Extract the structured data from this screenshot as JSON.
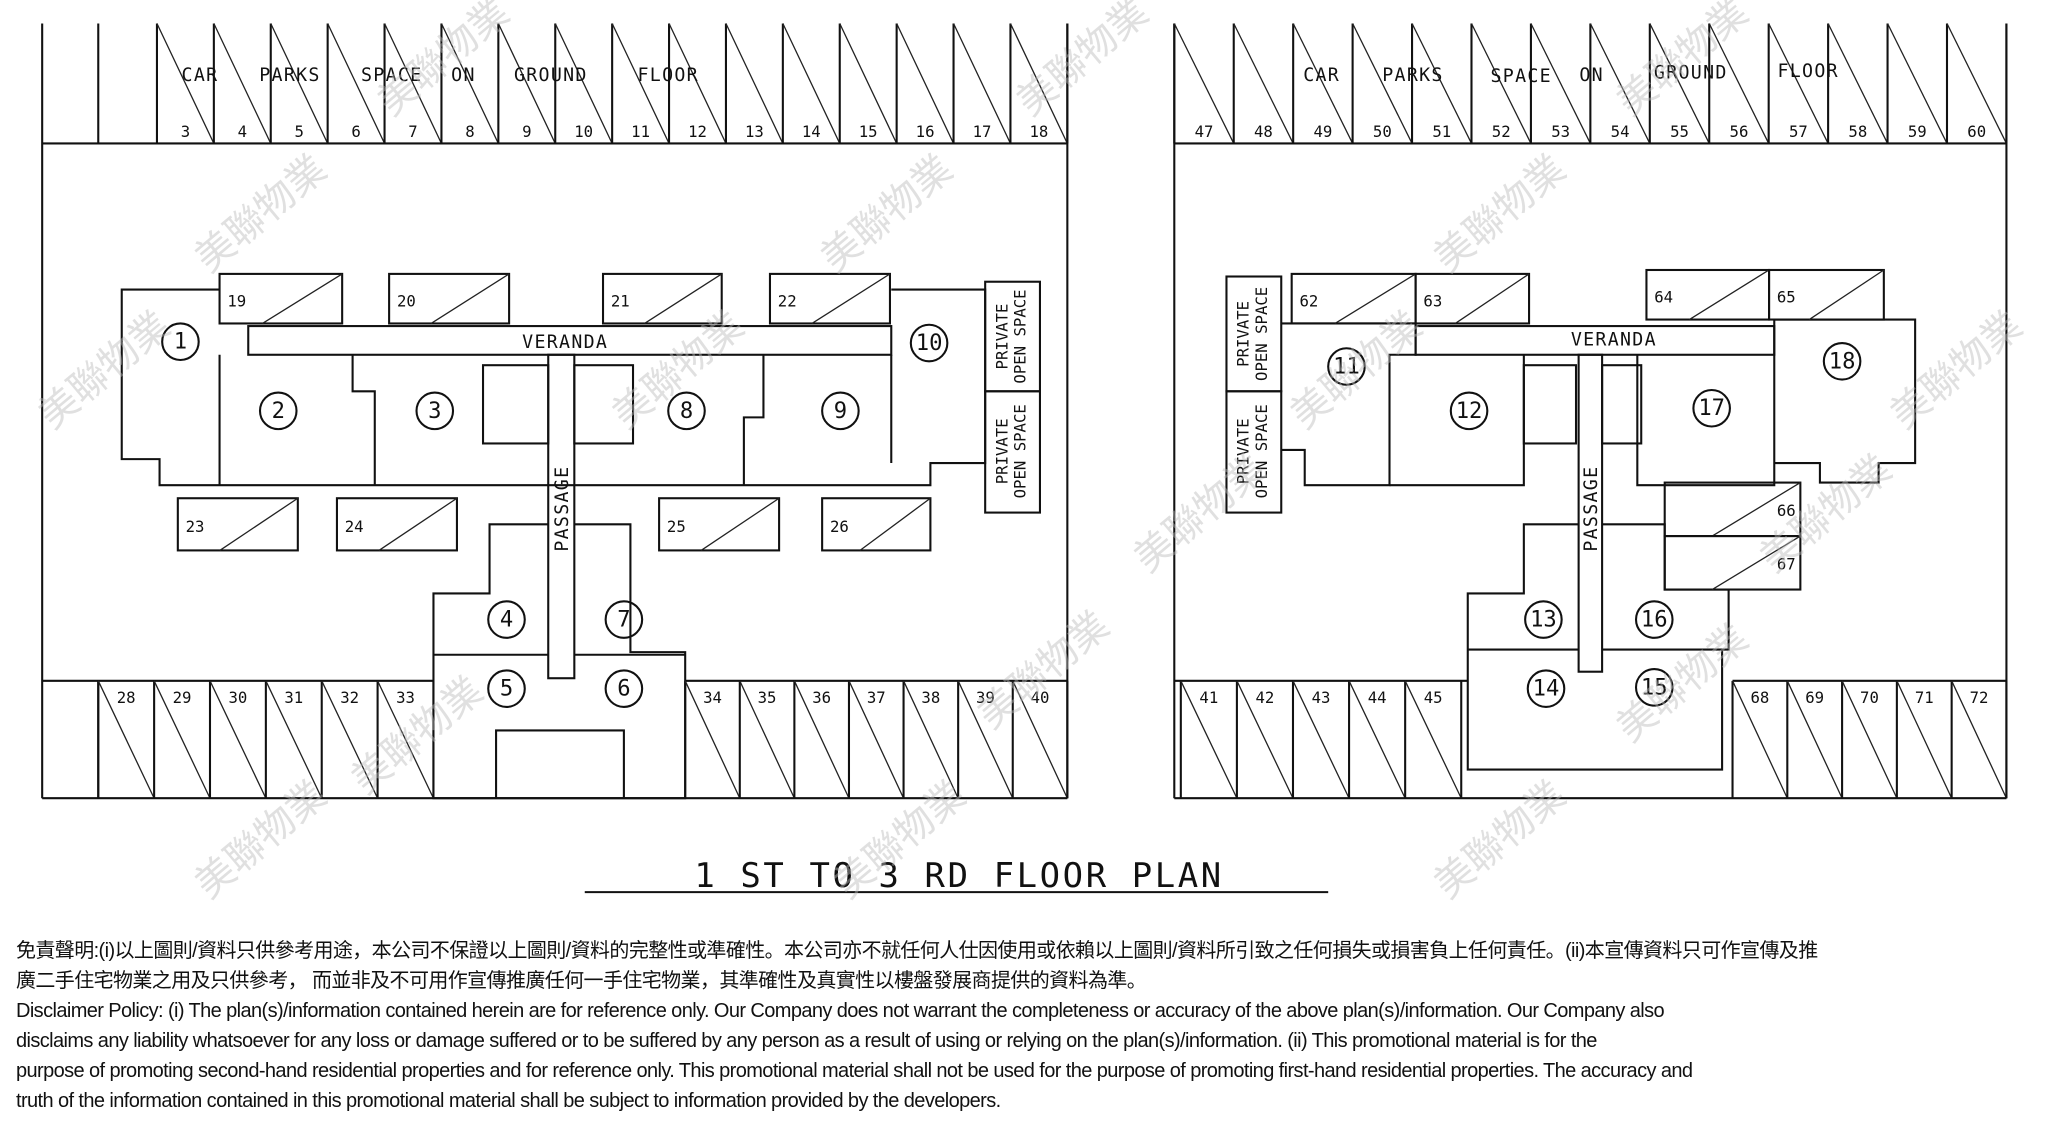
{
  "plan": {
    "title": "1 ST  TO  3 RD    FLOOR    PLAN",
    "carpark_header_words": [
      "CAR",
      "PARKS",
      "SPACE",
      "ON",
      "GROUND",
      "FLOOR"
    ],
    "veranda": "VERANDA",
    "passage": "PASSAGE",
    "private_open_space": [
      "PRIVATE",
      "OPEN  SPACE"
    ],
    "left_top_carparks": [
      "3",
      "4",
      "5",
      "6",
      "7",
      "8",
      "9",
      "10",
      "11",
      "12",
      "13",
      "14",
      "15",
      "16",
      "17",
      "18"
    ],
    "left_bottom_carparks_a": [
      "28",
      "29",
      "30",
      "31",
      "32",
      "33"
    ],
    "left_bottom_carparks_b": [
      "34",
      "35",
      "36",
      "37",
      "38",
      "39",
      "40"
    ],
    "right_top_carparks": [
      "47",
      "48",
      "49",
      "50",
      "51",
      "52",
      "53",
      "54",
      "55",
      "56",
      "57",
      "58",
      "59",
      "60"
    ],
    "right_bottom_carparks_a": [
      "41",
      "42",
      "43",
      "44",
      "45"
    ],
    "right_bottom_carparks_b": [
      "68",
      "69",
      "70",
      "71",
      "72"
    ],
    "inner_carparks": [
      "19",
      "20",
      "21",
      "22",
      "23",
      "24",
      "25",
      "26",
      "62",
      "63",
      "64",
      "65",
      "66",
      "67"
    ],
    "units": [
      "1",
      "2",
      "3",
      "4",
      "5",
      "6",
      "7",
      "8",
      "9",
      "10",
      "11",
      "12",
      "13",
      "14",
      "15",
      "16",
      "17",
      "18"
    ]
  },
  "watermark": "美聯物業",
  "disclaimer": {
    "lines": [
      "免責聲明:(i)以上圖則/資料只供參考用途，本公司不保證以上圖則/資料的完整性或準確性。本公司亦不就任何人仕因使用或依賴以上圖則/資料所引致之任何損失或損害負上任何責任。(ii)本宣傳資料只可作宣傳及推",
      "廣二手住宅物業之用及只供參考， 而並非及不可用作宣傳推廣任何一手住宅物業，其準確性及真實性以樓盤發展商提供的資料為準。",
      "Disclaimer Policy: (i) The plan(s)/information contained herein are for reference only. Our Company does not warrant the completeness or accuracy of the above plan(s)/information. Our Company also",
      "disclaims any liability whatsoever for any loss or damage suffered or to be suffered by any person as a result of using or relying on the plan(s)/information. (ii) This promotional material is for the",
      "purpose of promoting second-hand residential properties and for reference only. This promotional material shall not be used for the purpose of promoting first-hand residential properties. The accuracy and",
      "truth of the information contained in this promotional material shall be subject to information provided by the developers."
    ]
  }
}
